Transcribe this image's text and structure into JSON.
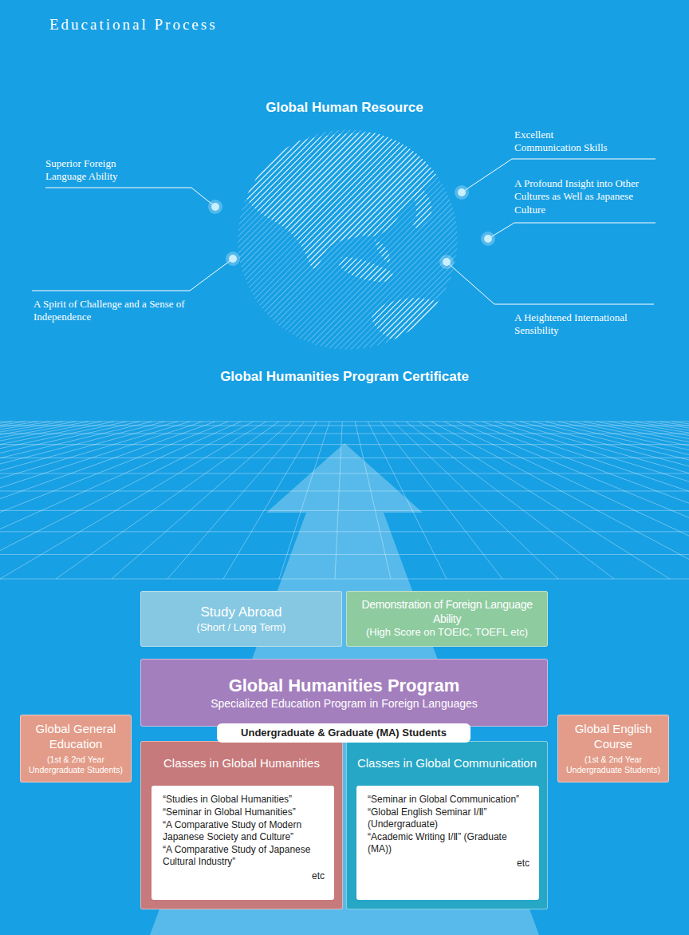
{
  "diagram": {
    "title": "Educational Process",
    "nodes": [
      {
        "text": [
          "Study Abroad",
          "(Short / Long Term)"
        ]
      },
      {
        "text": [
          "Demonstration of Foreign Language Ability",
          "(High Score on TOEIC, TOEFL etc)"
        ]
      },
      {
        "text": [
          "Global Humanities Program",
          "Specialized Education Program in Foreign Languages"
        ]
      },
      {
        "text": [
          "Undergraduate & Graduate (MA) Students"
        ]
      },
      {
        "text": [
          "Global General Education",
          "(1st & 2nd Year Undergraduate Students)"
        ]
      },
      {
        "text": [
          "Classes in Global Humanities"
        ]
      },
      {
        "text": [
          "“Studies in Global Humanities”",
          "“Seminar in Global Humanities”",
          "“A Comparative Study of Modern Japanese Society and Culture”",
          "“A Comparative Study of Japanese Cultural Industry”",
          "etc"
        ],
        "in": 5
      },
      {
        "text": [
          "Classes in Global Communication"
        ]
      },
      {
        "text": [
          "“Seminar in Global Communication”",
          "“Global English Seminar Ⅰ/Ⅱ” (Undergraduate)",
          "“Academic Writing Ⅰ/Ⅱ” (Graduate (MA))",
          "etc"
        ],
        "in": 7
      },
      {
        "text": [
          "Global English Course",
          "(1st & 2nd Year Undergraduate Students)"
        ]
      }
    ],
    "labels": [
      "Global Human Resource",
      "Superior Foreign Language Ability",
      "A Spirit of Challenge and a Sense of Independence",
      "Excellent Communication Skills",
      "A Profound Insight into Other Cultures as Well as Japanese Culture",
      "A Heightened International Sensibility",
      "Global Humanities Program Certificate"
    ]
  }
}
